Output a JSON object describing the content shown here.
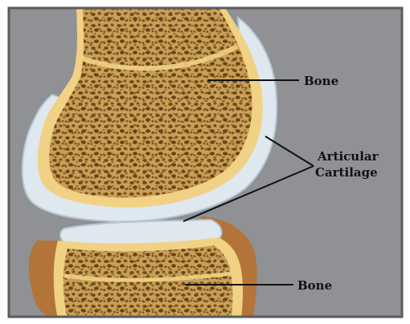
{
  "labels": {
    "bone_top": "Bone",
    "cartilage_line1": "Articular",
    "cartilage_line2": "Cartilage",
    "bone_bottom": "Bone"
  },
  "colors": {
    "background": "#8f9194",
    "frame": "#5a5b5e",
    "cortex": "#f1d184",
    "spongy": "#c79a52",
    "pores": "#6f4a1e",
    "cartilage": "#dfe8ef",
    "cartilage_edge": "#b7c7d4",
    "periosteum": "#b3743a",
    "leader": "#111111"
  }
}
